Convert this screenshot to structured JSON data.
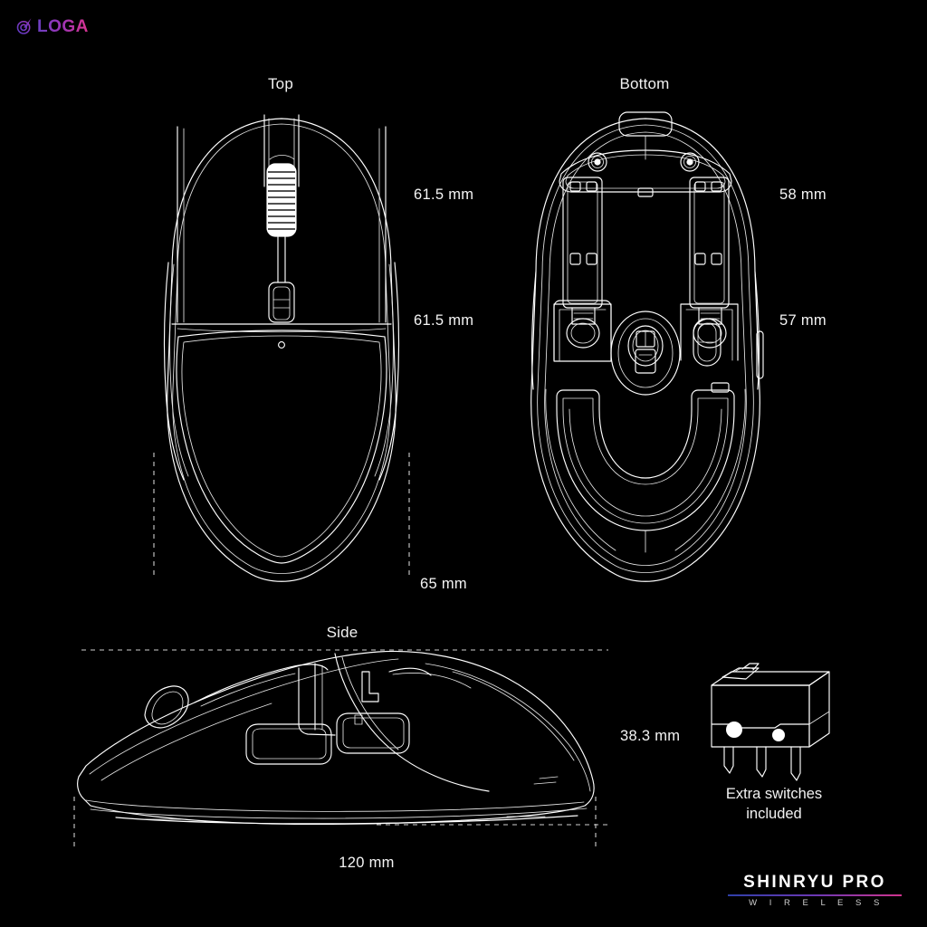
{
  "brand": {
    "logo_icon": "loga-swirl-icon",
    "logo_text": "LOGA"
  },
  "views": {
    "top": {
      "title": "Top"
    },
    "bottom": {
      "title": "Bottom"
    },
    "side": {
      "title": "Side"
    }
  },
  "dimensions": {
    "top_width_upper": "61.5 mm",
    "top_width_lower": "61.5 mm",
    "top_grip_width": "65 mm",
    "bottom_width_upper": "58 mm",
    "bottom_width_lower": "57 mm",
    "side_height": "38.3 mm",
    "side_length": "120 mm"
  },
  "accessory": {
    "caption_line1": "Extra switches",
    "caption_line2": "included",
    "icon": "microswitch-icon"
  },
  "product": {
    "name": "SHINRYU PRO",
    "subtitle": "W I R E L E S S"
  },
  "colors": {
    "background": "#000000",
    "line": "#ffffff",
    "gradient_start_magenta": "#e0399c",
    "gradient_mid_purple": "#8a3fb0",
    "gradient_end_blue": "#4a47b5",
    "dashed_guide": "#cfcfcf"
  }
}
